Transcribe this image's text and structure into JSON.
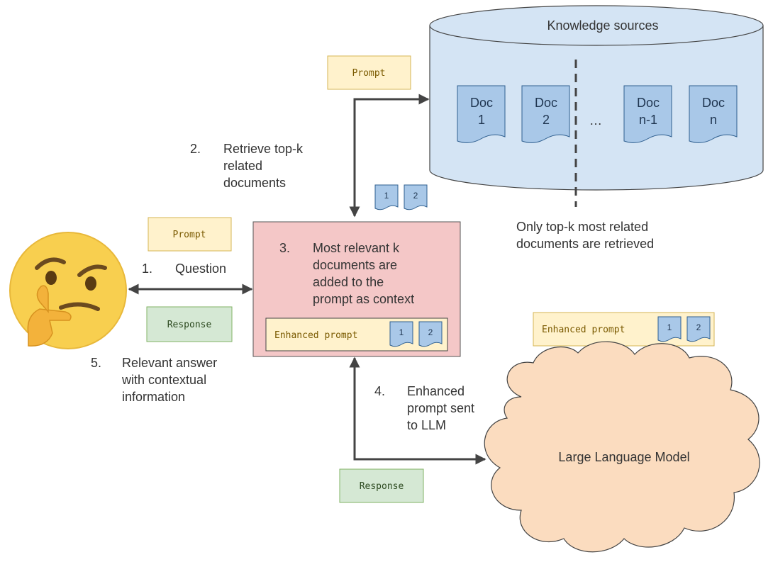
{
  "knowledge_sources": {
    "title": "Knowledge sources",
    "docs": [
      {
        "line1": "Doc",
        "line2": "1"
      },
      {
        "line1": "Doc",
        "line2": "2"
      },
      {
        "line1": "Doc",
        "line2": "n-1"
      },
      {
        "line1": "Doc",
        "line2": "n"
      }
    ],
    "ellipsis": "…",
    "note_line1": "Only top-k most related",
    "note_line2": "documents are retrieved"
  },
  "labels": {
    "prompt": "Prompt",
    "response": "Response",
    "enhanced_prompt": "Enhanced prompt",
    "mini_doc_1": "1",
    "mini_doc_2": "2"
  },
  "steps": {
    "step1_num": "1.",
    "step1_text": "Question",
    "step2_num": "2.",
    "step2_line1": "Retrieve top-k",
    "step2_line2": "related",
    "step2_line3": "documents",
    "step3_num": "3.",
    "step3_line1": "Most relevant k",
    "step3_line2": "documents are",
    "step3_line3": "added to the",
    "step3_line4": "prompt as context",
    "step4_num": "4.",
    "step4_line1": "Enhanced",
    "step4_line2": "prompt sent",
    "step4_line3": "to LLM",
    "step5_num": "5.",
    "step5_line1": "Relevant answer",
    "step5_line2": "with contextual",
    "step5_line3": "information"
  },
  "llm": {
    "label": "Large Language Model"
  },
  "colors": {
    "cylinder_fill": "#d4e4f4",
    "doc_fill": "#a9c8e8",
    "prompt_fill": "#fff2cc",
    "prompt_stroke": "#d6b656",
    "response_fill": "#d5e8d4",
    "response_stroke": "#82b366",
    "context_fill": "#f4c7c7",
    "cloud_fill": "#fbdcbf",
    "arrow": "#444444"
  },
  "icons": {
    "user": "thinking-face-icon"
  }
}
